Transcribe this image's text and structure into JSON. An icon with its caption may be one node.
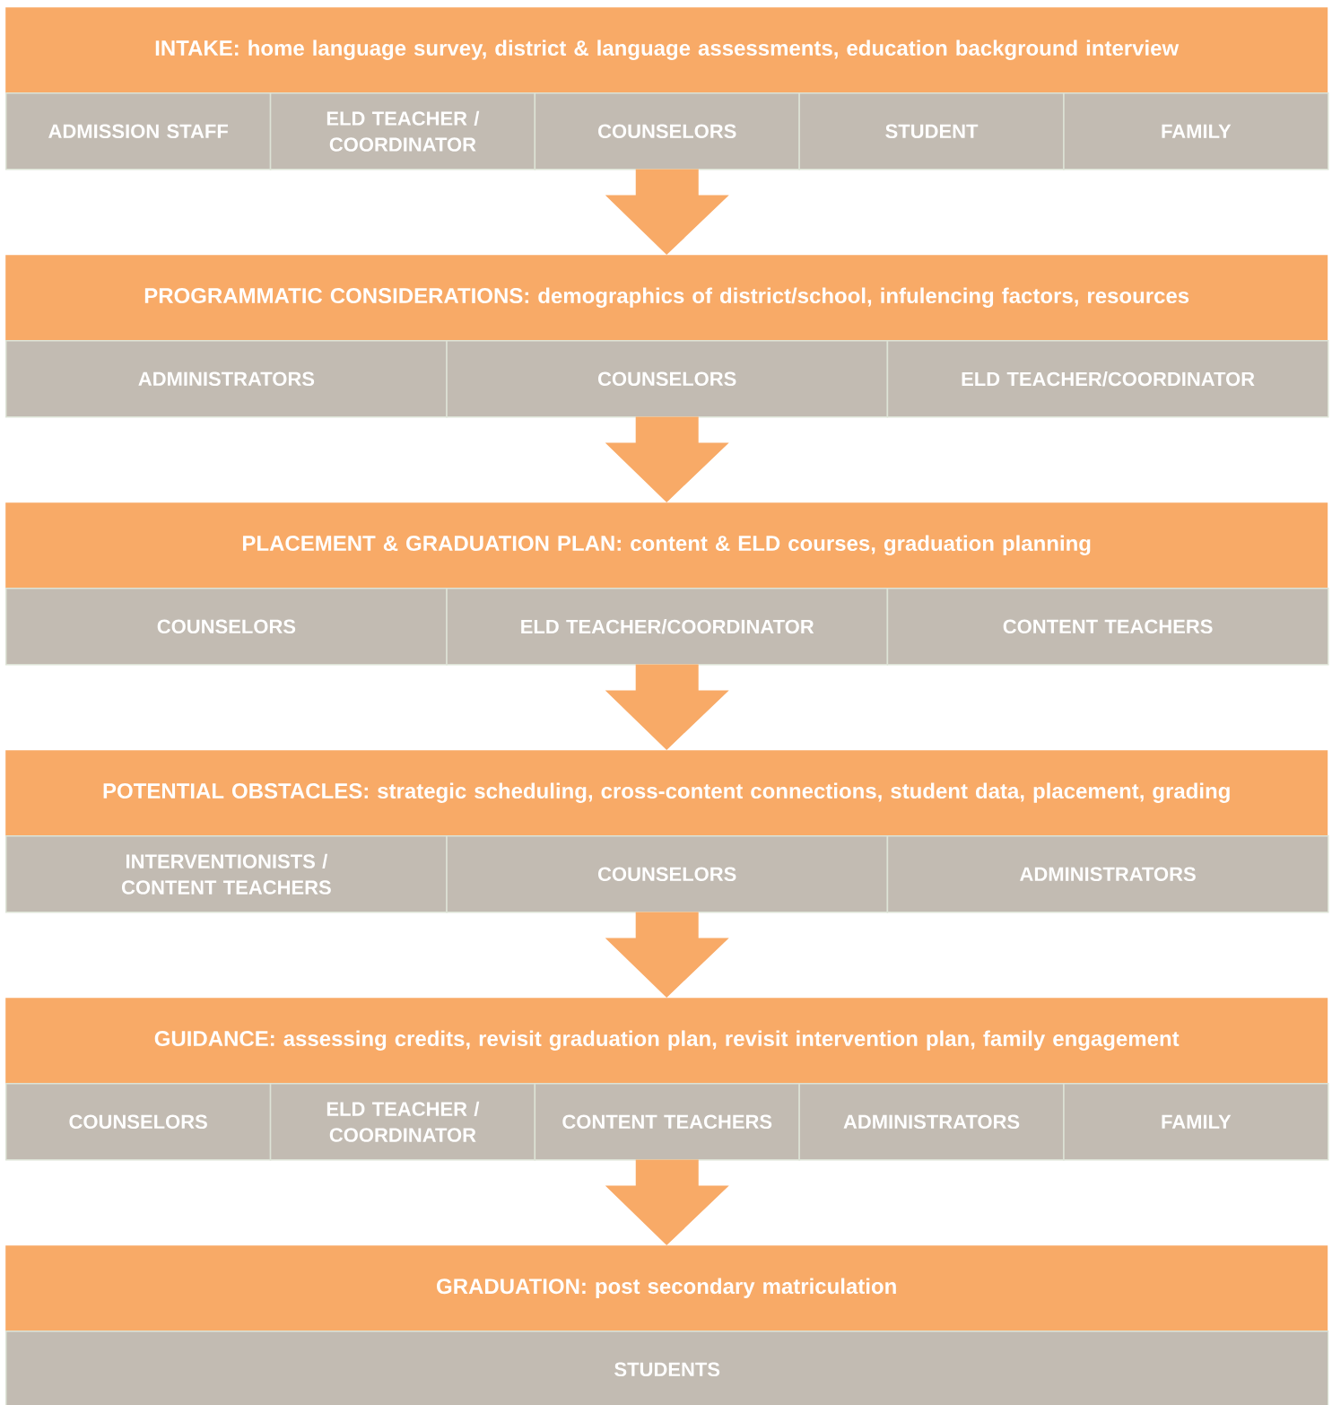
{
  "diagram": {
    "nodes": [
      {
        "text": [
          "INTAKE: home language survey, district & language assessments, education background interview"
        ]
      },
      {
        "text": [
          "ADMISSION STAFF"
        ]
      },
      {
        "text": [
          "ELD TEACHER / COORDINATOR"
        ]
      },
      {
        "text": [
          "COUNSELORS"
        ]
      },
      {
        "text": [
          "STUDENT"
        ]
      },
      {
        "text": [
          "FAMILY"
        ]
      },
      {
        "text": [
          "PROGRAMMATIC CONSIDERATIONS: demographics of district/school, infulencing factors, resources"
        ]
      },
      {
        "text": [
          "ADMINISTRATORS"
        ]
      },
      {
        "text": [
          "COUNSELORS"
        ]
      },
      {
        "text": [
          "ELD TEACHER/COORDINATOR"
        ]
      },
      {
        "text": [
          "PLACEMENT & GRADUATION PLAN: content & ELD courses, graduation planning"
        ]
      },
      {
        "text": [
          "COUNSELORS"
        ]
      },
      {
        "text": [
          "ELD TEACHER/COORDINATOR"
        ]
      },
      {
        "text": [
          "CONTENT TEACHERS"
        ]
      },
      {
        "text": [
          "POTENTIAL OBSTACLES: strategic scheduling, cross-content connections, student data, placement, grading"
        ]
      },
      {
        "text": [
          "INTERVENTIONISTS / CONTENT TEACHERS"
        ]
      },
      {
        "text": [
          "COUNSELORS"
        ]
      },
      {
        "text": [
          "ADMINISTRATORS"
        ]
      },
      {
        "text": [
          "GUIDANCE: assessing credits, revisit graduation plan, revisit intervention plan, family engagement"
        ]
      },
      {
        "text": [
          "COUNSELORS"
        ]
      },
      {
        "text": [
          "ELD TEACHER / COORDINATOR"
        ]
      },
      {
        "text": [
          "CONTENT TEACHERS"
        ]
      },
      {
        "text": [
          "ADMINISTRATORS"
        ]
      },
      {
        "text": [
          "FAMILY"
        ]
      },
      {
        "text": [
          "GRADUATION: post secondary matriculation"
        ]
      },
      {
        "text": [
          "STUDENTS"
        ]
      }
    ],
    "edges": [
      {
        "from": 3,
        "to": 6,
        "arrow": "to"
      },
      {
        "from": 8,
        "to": 10,
        "arrow": "to"
      },
      {
        "from": 12,
        "to": 14,
        "arrow": "to"
      },
      {
        "from": 16,
        "to": 18,
        "arrow": "to"
      },
      {
        "from": 21,
        "to": 24,
        "arrow": "to"
      }
    ]
  }
}
